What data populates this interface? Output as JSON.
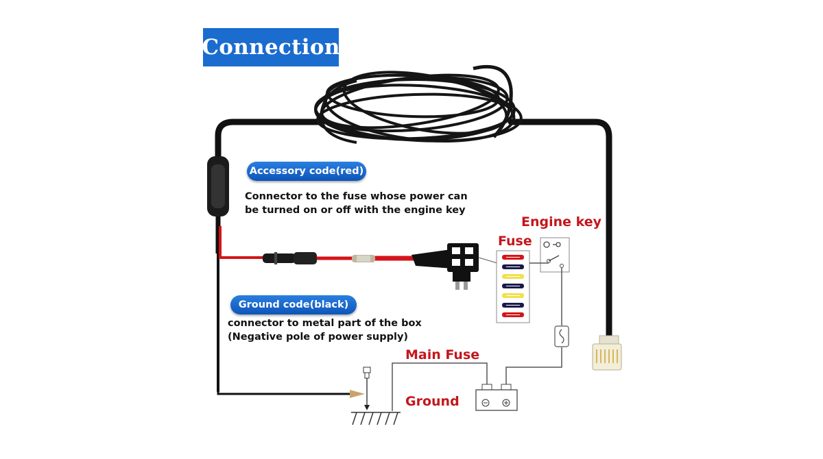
{
  "title": "Connection",
  "accessory": {
    "label": "Accessory code(red)",
    "desc_line1": "Connector to the fuse whose power can",
    "desc_line2": "be turned on or off with the engine key"
  },
  "ground_code": {
    "label": "Ground code(black)",
    "desc_line1": "connector to metal part of the box",
    "desc_line2": "(Negative pole of power supply)"
  },
  "labels": {
    "fuse": "Fuse",
    "engine_key": "Engine key",
    "main_fuse": "Main Fuse",
    "ground": "Ground"
  },
  "colors": {
    "title_bg": "#1a6ccf",
    "label_red": "#c4161c",
    "wire_red": "#d4141a",
    "cable_black": "#111111"
  },
  "icons": [
    "cable-coil-icon",
    "inline-fuse-holder-icon",
    "add-a-fuse-tap-icon",
    "fuse-box-icon",
    "ignition-switch-icon",
    "main-fuse-icon",
    "battery-icon",
    "ground-screw-icon",
    "ground-symbol-icon",
    "rj45-plug-icon"
  ]
}
